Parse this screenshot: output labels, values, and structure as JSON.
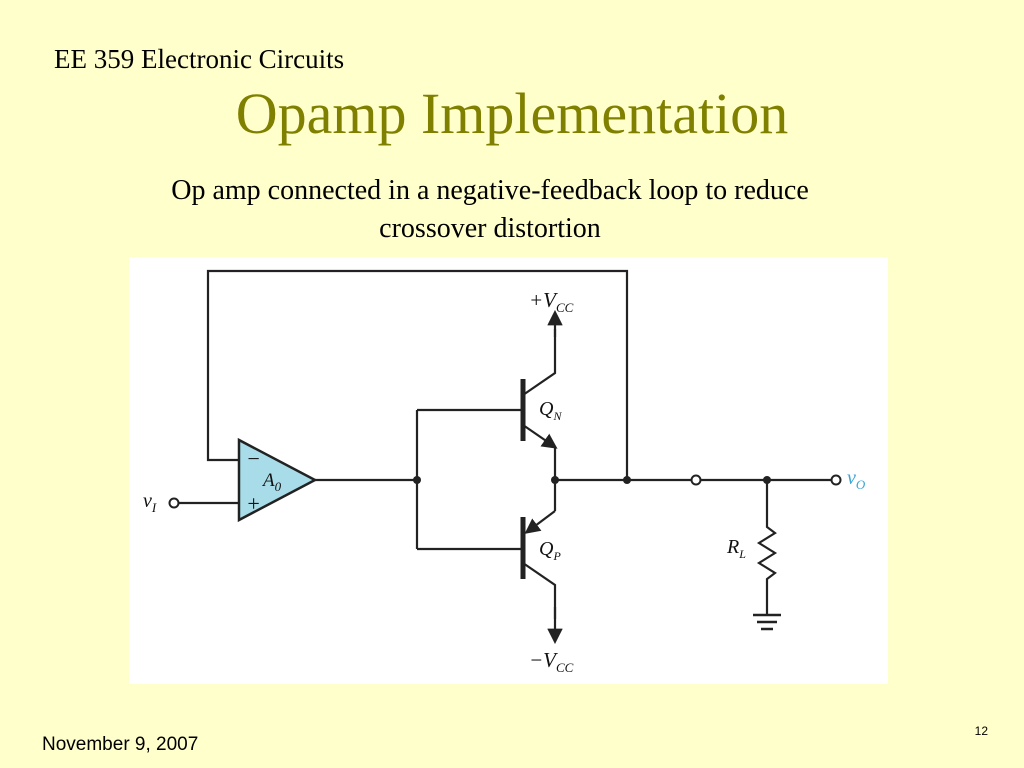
{
  "slide": {
    "course": "EE 359 Electronic Circuits",
    "title": "Opamp Implementation",
    "caption_line1": "Op amp connected in a negative-feedback loop to reduce",
    "caption_line2": "crossover distortion",
    "date": "November 9, 2007",
    "slide_number": "12"
  },
  "colors": {
    "background": "#FFFFCC",
    "title": "#808000",
    "opamp_fill": "#A8DCE8",
    "output_label": "#3AA6D8"
  },
  "circuit": {
    "opamp_gain_main": "A",
    "opamp_gain_sub": "0",
    "opamp_minus": "−",
    "opamp_plus": "+",
    "input_main": "v",
    "input_sub": "I",
    "output_main": "v",
    "output_sub": "O",
    "qn_main": "Q",
    "qn_sub": "N",
    "qp_main": "Q",
    "qp_sub": "P",
    "rl_main": "R",
    "rl_sub": "L",
    "vcc_pos_main": "+V",
    "vcc_pos_sub": "CC",
    "vcc_neg_main": "−V",
    "vcc_neg_sub": "CC"
  }
}
